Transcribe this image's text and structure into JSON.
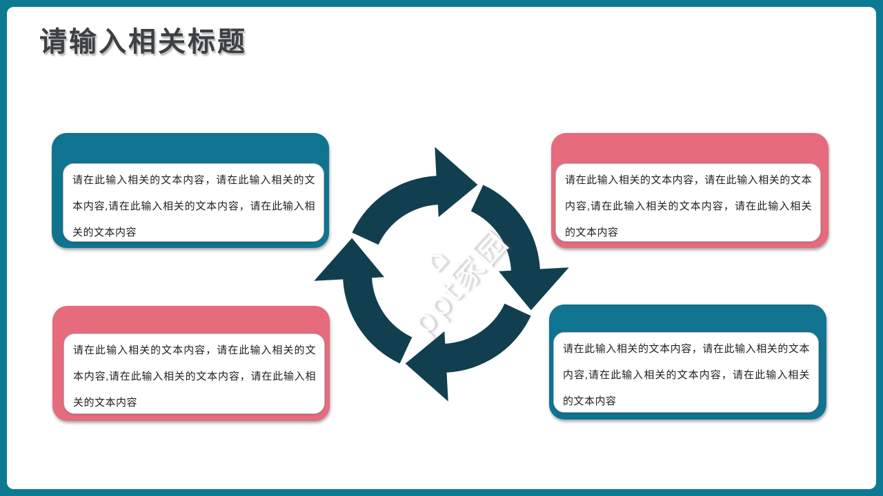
{
  "slide": {
    "title": "请输入相关标题"
  },
  "watermark": {
    "icon": "⌂",
    "text": "ppt家园"
  },
  "boxes": [
    {
      "id": "top-left",
      "color": "teal",
      "text": "请在此输入相关的文本内容，请在此输入相关的文本内容,请在此输入相关的文本内容，请在此输入相关的文本内容"
    },
    {
      "id": "top-right",
      "color": "pink",
      "text": "请在此输入相关的文本内容，请在此输入相关的文本内容,请在此输入相关的文本内容，请在此输入相关的文本内容"
    },
    {
      "id": "bottom-left",
      "color": "pink",
      "text": "请在此输入相关的文本内容，请在此输入相关的文本内容,请在此输入相关的文本内容，请在此输入相关的文本内容"
    },
    {
      "id": "bottom-right",
      "color": "teal",
      "text": "请在此输入相关的文本内容，请在此输入相关的文本内容,请在此输入相关的文本内容，请在此输入相关的文本内容"
    }
  ],
  "colors": {
    "frame_teal": "#0C7A94",
    "box_teal": "#107390",
    "box_pink": "#E56B7D",
    "arrow_teal": "#123F4F",
    "arrow_maroon": "#7E3D49",
    "title_text": "#3C4043",
    "body_text": "#1F1F1F"
  }
}
